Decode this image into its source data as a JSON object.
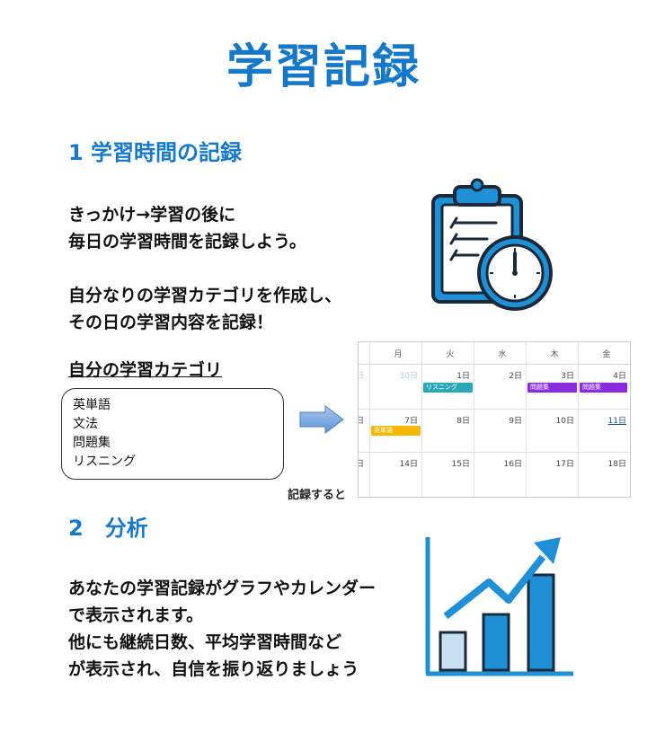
{
  "title": "学習記録",
  "section1": {
    "title": "1 学習時間の記録",
    "lines": [
      "きっかけ→学習の後に",
      "毎日の学習時間を記録しよう。",
      "",
      "自分なりの学習カテゴリを作成し、",
      "その日の学習内容を記録！"
    ],
    "category_title": "自分の学習カテゴリ",
    "categories": [
      "英単語",
      "文法",
      "問題集",
      "リスニング"
    ],
    "calendar_caption": "記録すると"
  },
  "calendar": {
    "weekdays": [
      "月",
      "火",
      "水",
      "木",
      "金"
    ],
    "rows": [
      [
        "30日",
        "1日",
        "2日",
        "3日",
        "4日"
      ],
      [
        "7日",
        "8日",
        "9日",
        "10日",
        "11日"
      ],
      [
        "14日",
        "15日",
        "16日",
        "17日",
        "18日"
      ]
    ],
    "edge_label": "日",
    "events": {
      "listening": "リスニング",
      "mondaishu_1": "問題集",
      "mondaishu_2": "問題集",
      "eitango": "英単語"
    },
    "colors": {
      "listening": "#2aa8b8",
      "mondaishu": "#8a2be2",
      "eitango": "#f5b800"
    }
  },
  "section2": {
    "title": "2　分析",
    "lines": [
      "あなたの学習記録がグラフやカレンダー",
      "で表示されます。",
      "他にも継続日数、平均学習時間など",
      "が表示され、自信を振り返りましょう"
    ]
  },
  "colors": {
    "accent": "#1578c8",
    "icon_blue": "#1f8fd6",
    "icon_dark": "#1a2a3a"
  },
  "icons": {
    "clipboard": "clipboard-clock-icon",
    "arrow": "right-arrow-icon",
    "chart": "growth-chart-icon"
  }
}
